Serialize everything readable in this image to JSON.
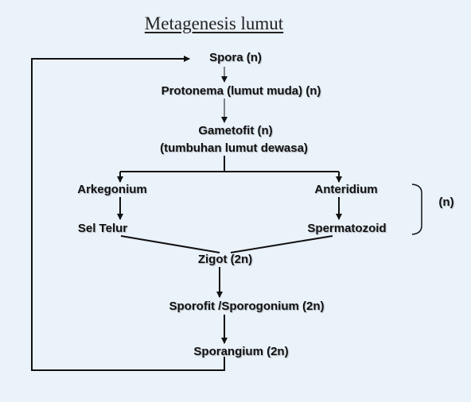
{
  "title": "Metagenesis lumut",
  "nodes": {
    "spora": "Spora (n)",
    "protonema": "Protonema (lumut muda)  (n)",
    "gametofit_line1": "Gametofit (n)",
    "gametofit_line2": "(tumbuhan lumut dewasa)",
    "arkegonium": "Arkegonium",
    "anteridium": "Anteridium",
    "sel_telur": "Sel Telur",
    "spermatozoid": "Spermatozoid",
    "zigot": "Zigot (2n)",
    "sporofit": "Sporofit /Sporogonium (2n)",
    "sporangium": "Sporangium (2n)"
  },
  "bracket_label": "(n)",
  "colors": {
    "background": "#eaf2fa",
    "line": "#111111",
    "text": "#111111"
  }
}
